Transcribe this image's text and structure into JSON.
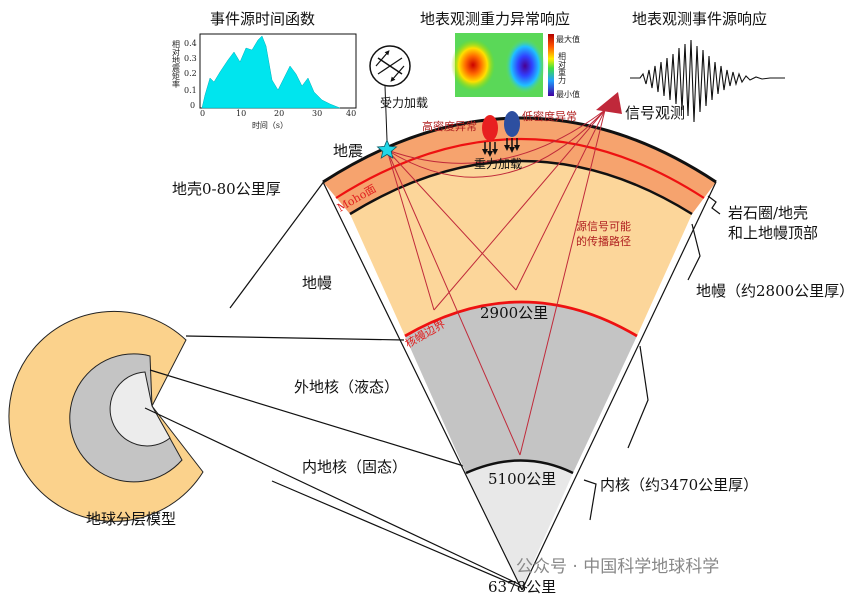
{
  "titles": {
    "source_time_function": "事件源时间函数",
    "gravity_response": "地表观测重力异常响应",
    "event_response": "地表观测事件源响应"
  },
  "stf_plot": {
    "ylabel": "相对地震矩率",
    "xlabel": "时间（s）",
    "x_ticks": [
      "0",
      "10",
      "20",
      "30",
      "40"
    ],
    "y_ticks": [
      "0",
      "0.1",
      "0.2",
      "0.3",
      "0.4"
    ],
    "fill_color": "#00e5ee"
  },
  "gravity_legend": {
    "max": "最大值",
    "mid": "相对重力",
    "min": "最小值"
  },
  "labels": {
    "force_loading": "受力加载",
    "earthquake": "地震",
    "signal_obs": "信号观测",
    "high_density": "高密度异常",
    "low_density": "低密度异常",
    "gravity_loading": "重力加载",
    "moho": "Moho面",
    "crust": "地壳0-80公里厚",
    "lithosphere": "岩石圈/地壳",
    "lithosphere2": "和上地幔顶部",
    "path": "源信号可能",
    "path2": "的传播路径",
    "mantle": "地幔",
    "mantle_thickness": "地幔（约2800公里厚）",
    "depth_2900": "2900公里",
    "cmb": "核幔边界",
    "outer_core": "外地核（液态）",
    "inner_core": "内地核（固态）",
    "depth_5100": "5100公里",
    "core_thickness": "内核（约3470公里厚）",
    "depth_6378": "6378公里",
    "earth_model": "地球分层模型"
  },
  "watermark": "公众号 · 中国科学地球科学",
  "colors": {
    "crust": "#f6a36e",
    "mantle": "#fcd69a",
    "outer_core": "#c4c4c4",
    "inner_core": "#ececec",
    "boundary_red": "#ee1111",
    "high_density": "#e82020",
    "low_density": "#2d4fa0",
    "star": "#20d8e8",
    "triangle": "#c0283a"
  }
}
